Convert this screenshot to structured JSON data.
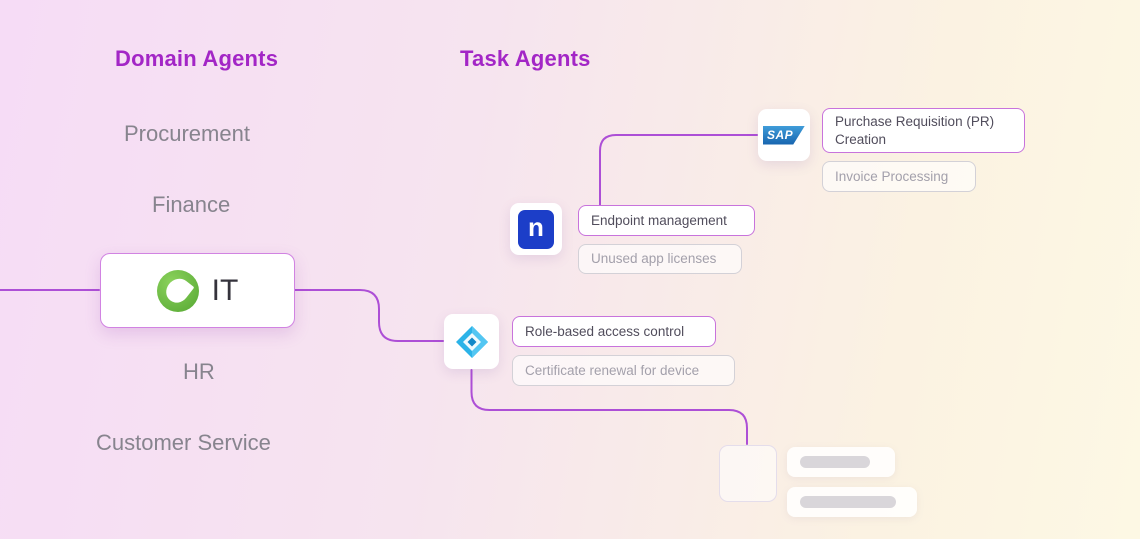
{
  "headers": {
    "domain": "Domain Agents",
    "task": "Task Agents"
  },
  "domain_agents": {
    "items": [
      "Procurement",
      "Finance",
      "HR",
      "Customer Service"
    ],
    "selected": "IT"
  },
  "tasks": {
    "sap": {
      "icon": "sap-logo",
      "primary": "Purchase Requisition (PR) Creation",
      "secondary": "Invoice Processing"
    },
    "ninja": {
      "icon": "ninjaone-logo",
      "primary": "Endpoint management",
      "secondary": "Unused app licenses"
    },
    "azure": {
      "icon": "azure-ad-logo",
      "primary": "Role-based access control",
      "secondary": "Certificate renewal for device"
    }
  },
  "icons": {
    "sap_text": "SAP",
    "ninja_letter": "n"
  },
  "colors": {
    "heading_purple": "#a326c6",
    "line_purple": "#ad4fd6",
    "task_border_purple": "#c873dc",
    "muted_text": "#a3a0ab",
    "domain_text": "#87848e",
    "sap_blue": "#1663ae",
    "ninja_blue": "#1c3ec8",
    "azure_cyan": "#2bb3e8",
    "leaf_green": "#55a732"
  }
}
